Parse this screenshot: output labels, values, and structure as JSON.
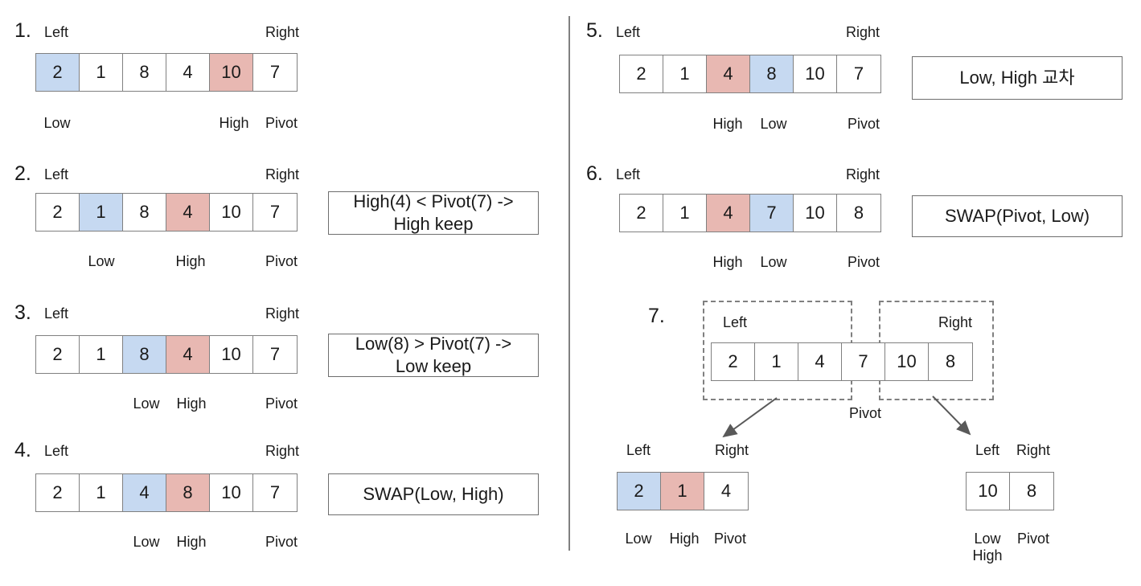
{
  "colors": {
    "low_highlight": "#c6d9f1",
    "high_highlight": "#e8b8b2",
    "border": "#808080",
    "text": "#1a1a1a",
    "arrow": "#595959"
  },
  "labels": {
    "left": "Left",
    "right": "Right",
    "low": "Low",
    "high": "High",
    "pivot": "Pivot"
  },
  "steps": [
    {
      "number": "1.",
      "top_labels": [
        "Left",
        "Right"
      ],
      "cells": [
        {
          "value": "2",
          "fill": "blue"
        },
        {
          "value": "1",
          "fill": "white"
        },
        {
          "value": "8",
          "fill": "white"
        },
        {
          "value": "4",
          "fill": "white"
        },
        {
          "value": "10",
          "fill": "pink"
        },
        {
          "value": "7",
          "fill": "white"
        }
      ],
      "bottom_labels": [
        "Low",
        "",
        "",
        "",
        "High",
        "Pivot"
      ],
      "note": ""
    },
    {
      "number": "2.",
      "top_labels": [
        "Left",
        "Right"
      ],
      "cells": [
        {
          "value": "2",
          "fill": "white"
        },
        {
          "value": "1",
          "fill": "blue"
        },
        {
          "value": "8",
          "fill": "white"
        },
        {
          "value": "4",
          "fill": "pink"
        },
        {
          "value": "10",
          "fill": "white"
        },
        {
          "value": "7",
          "fill": "white"
        }
      ],
      "bottom_labels": [
        "",
        "Low",
        "",
        "High",
        "",
        "Pivot"
      ],
      "note": "High(4) < Pivot(7) ->\nHigh keep"
    },
    {
      "number": "3.",
      "top_labels": [
        "Left",
        "Right"
      ],
      "cells": [
        {
          "value": "2",
          "fill": "white"
        },
        {
          "value": "1",
          "fill": "white"
        },
        {
          "value": "8",
          "fill": "blue"
        },
        {
          "value": "4",
          "fill": "pink"
        },
        {
          "value": "10",
          "fill": "white"
        },
        {
          "value": "7",
          "fill": "white"
        }
      ],
      "bottom_labels": [
        "",
        "",
        "Low",
        "High",
        "",
        "Pivot"
      ],
      "note": "Low(8) > Pivot(7) ->\nLow keep"
    },
    {
      "number": "4.",
      "top_labels": [
        "Left",
        "Right"
      ],
      "cells": [
        {
          "value": "2",
          "fill": "white"
        },
        {
          "value": "1",
          "fill": "white"
        },
        {
          "value": "4",
          "fill": "blue"
        },
        {
          "value": "8",
          "fill": "pink"
        },
        {
          "value": "10",
          "fill": "white"
        },
        {
          "value": "7",
          "fill": "white"
        }
      ],
      "bottom_labels": [
        "",
        "",
        "Low",
        "High",
        "",
        "Pivot"
      ],
      "note": "SWAP(Low, High)"
    },
    {
      "number": "5.",
      "top_labels": [
        "Left",
        "Right"
      ],
      "cells": [
        {
          "value": "2",
          "fill": "white"
        },
        {
          "value": "1",
          "fill": "white"
        },
        {
          "value": "4",
          "fill": "pink"
        },
        {
          "value": "8",
          "fill": "blue"
        },
        {
          "value": "10",
          "fill": "white"
        },
        {
          "value": "7",
          "fill": "white"
        }
      ],
      "bottom_labels": [
        "",
        "",
        "High",
        "Low",
        "",
        "Pivot"
      ],
      "note": "Low, High 교차"
    },
    {
      "number": "6.",
      "top_labels": [
        "Left",
        "Right"
      ],
      "cells": [
        {
          "value": "2",
          "fill": "white"
        },
        {
          "value": "1",
          "fill": "white"
        },
        {
          "value": "4",
          "fill": "pink"
        },
        {
          "value": "7",
          "fill": "blue"
        },
        {
          "value": "10",
          "fill": "white"
        },
        {
          "value": "8",
          "fill": "white"
        }
      ],
      "bottom_labels": [
        "",
        "",
        "High",
        "Low",
        "",
        "Pivot"
      ],
      "note": "SWAP(Pivot, Low)"
    }
  ],
  "step7": {
    "number": "7.",
    "partition_label_left": "Left",
    "partition_label_right": "Right",
    "pivot_label": "Pivot",
    "cells": [
      {
        "value": "2",
        "fill": "white"
      },
      {
        "value": "1",
        "fill": "white"
      },
      {
        "value": "4",
        "fill": "white"
      },
      {
        "value": "7",
        "fill": "white"
      },
      {
        "value": "10",
        "fill": "white"
      },
      {
        "value": "8",
        "fill": "white"
      }
    ],
    "sub_left": {
      "top_labels": [
        "Left",
        "Right"
      ],
      "cells": [
        {
          "value": "2",
          "fill": "blue"
        },
        {
          "value": "1",
          "fill": "pink"
        },
        {
          "value": "4",
          "fill": "white"
        }
      ],
      "bottom_labels": [
        "Low",
        "High",
        "Pivot"
      ]
    },
    "sub_right": {
      "top_labels": [
        "Left",
        "Right"
      ],
      "cells": [
        {
          "value": "10",
          "fill": "white"
        },
        {
          "value": "8",
          "fill": "white"
        }
      ],
      "bottom_labels": [
        "Low\nHigh",
        "Pivot"
      ]
    }
  }
}
